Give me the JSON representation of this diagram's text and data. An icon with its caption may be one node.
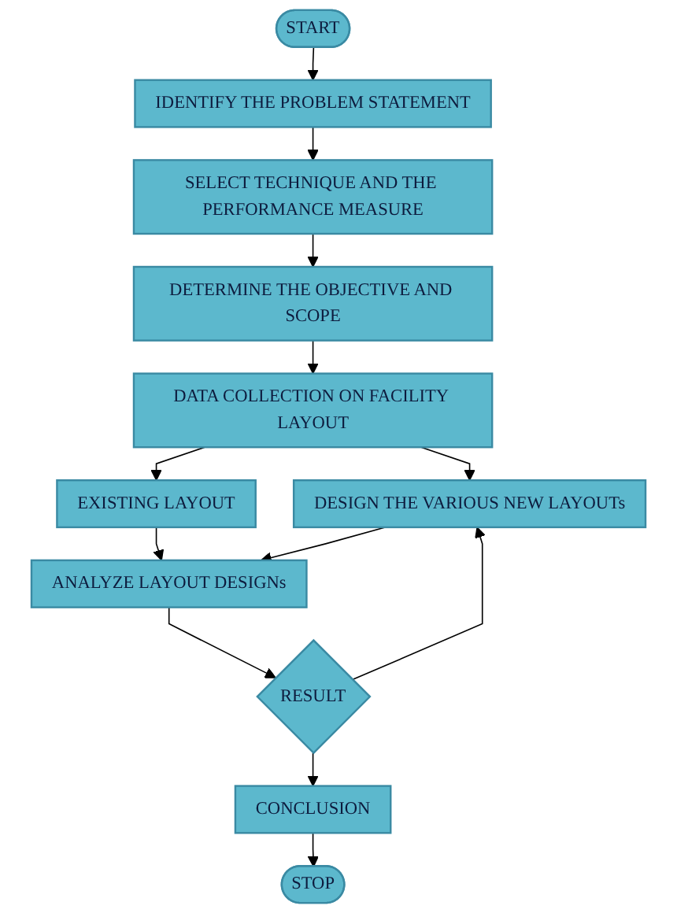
{
  "diagram": {
    "nodes": [
      {
        "text": [
          "START"
        ]
      },
      {
        "text": [
          "IDENTIFY THE PROBLEM STATEMENT"
        ]
      },
      {
        "text": [
          "SELECT TECHNIQUE AND THE PERFORMANCE MEASURE"
        ]
      },
      {
        "text": [
          "DETERMINE THE OBJECTIVE AND SCOPE"
        ]
      },
      {
        "text": [
          "DATA COLLECTION ON FACILITY LAYOUT"
        ]
      },
      {
        "text": [
          "EXISTING LAYOUT"
        ]
      },
      {
        "text": [
          "DESIGN THE VARIOUS NEW LAYOUTs"
        ]
      },
      {
        "text": [
          "ANALYZE LAYOUT DESIGNs"
        ]
      },
      {
        "text": [
          "RESULT"
        ]
      },
      {
        "text": [
          "CONCLUSION"
        ]
      },
      {
        "text": [
          "STOP"
        ]
      }
    ],
    "edges": [
      {
        "from": 0,
        "to": 1,
        "arrow": "to"
      },
      {
        "from": 1,
        "to": 2,
        "arrow": "to"
      },
      {
        "from": 2,
        "to": 3,
        "arrow": "to"
      },
      {
        "from": 3,
        "to": 4,
        "arrow": "to"
      },
      {
        "from": 4,
        "to": 5,
        "arrow": "to"
      },
      {
        "from": 4,
        "to": 6,
        "arrow": "to"
      },
      {
        "from": 5,
        "to": 7,
        "arrow": "to"
      },
      {
        "from": 6,
        "to": 7,
        "arrow": "to"
      },
      {
        "from": 7,
        "to": 8,
        "arrow": "to"
      },
      {
        "from": 8,
        "to": 6,
        "arrow": "to"
      },
      {
        "from": 8,
        "to": 9,
        "arrow": "to"
      },
      {
        "from": 9,
        "to": 10,
        "arrow": "to"
      }
    ]
  }
}
